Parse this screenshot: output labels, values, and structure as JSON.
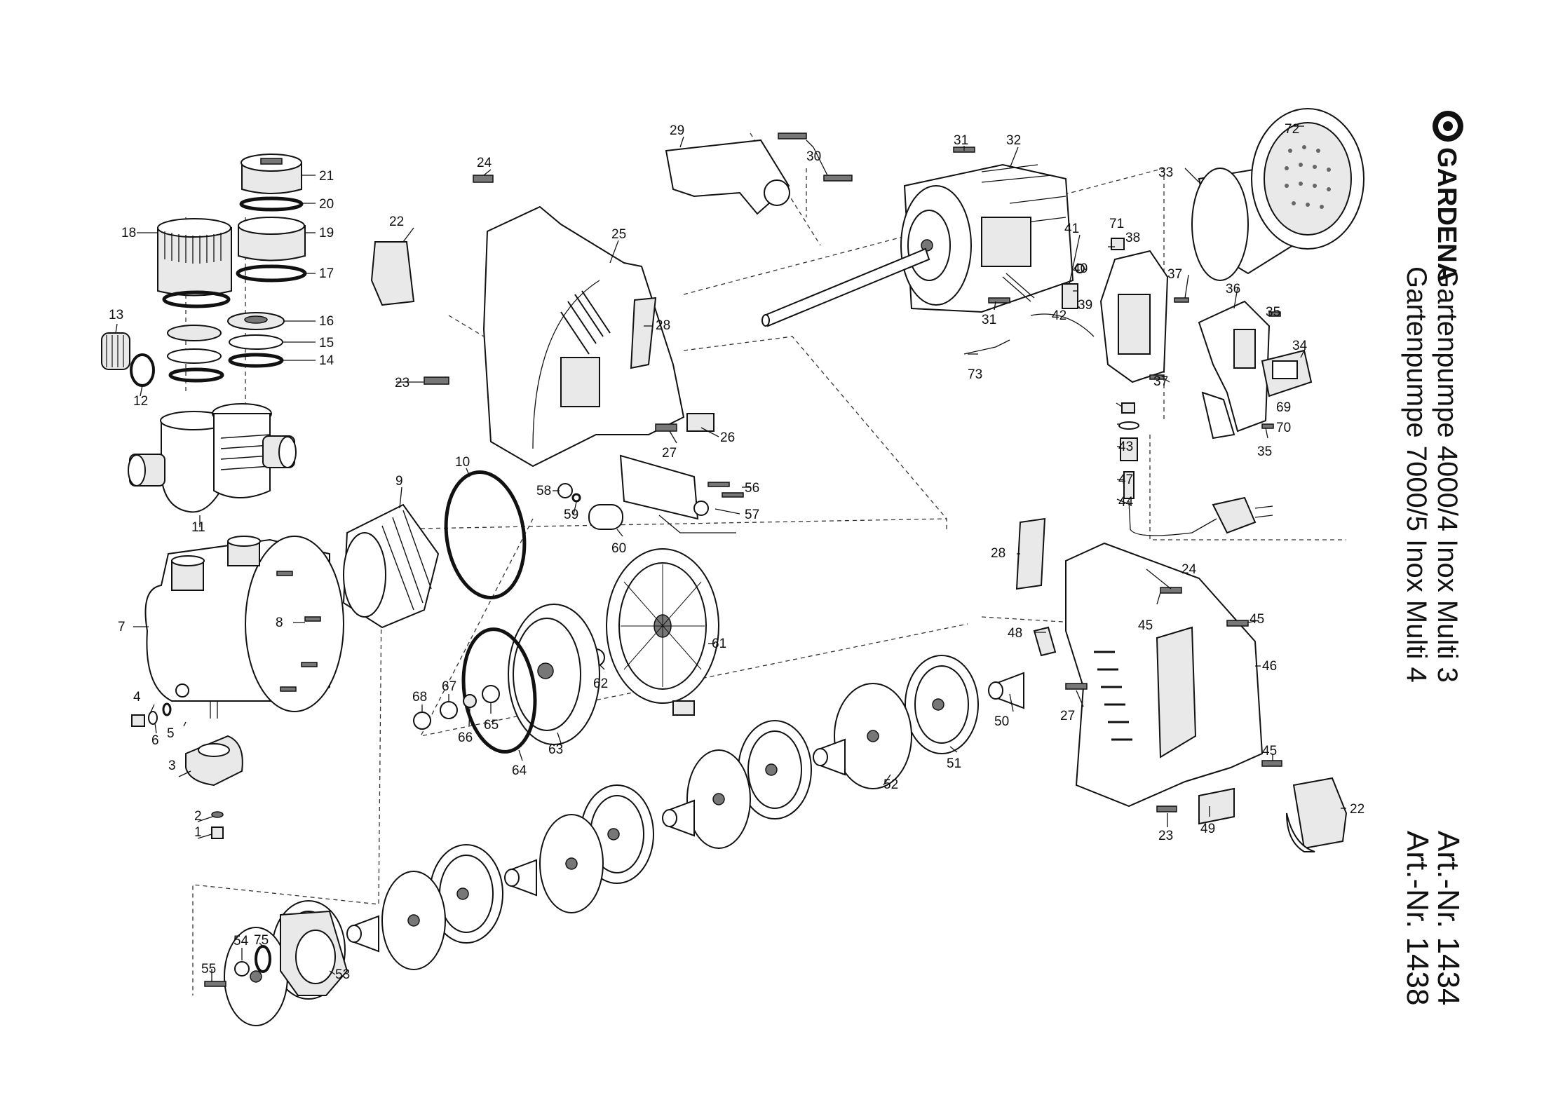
{
  "title": {
    "brand": "GARDENA",
    "model_line_1": "Gartenpumpe 4000/4 Inox Multi 3",
    "model_line_2": "Gartenpumpe 7000/5 Inox Multi 4",
    "art_line_1": "Art.-Nr. 1434",
    "art_line_2": "Art.-Nr. 1438"
  },
  "part_numbers": [
    {
      "id": "p1",
      "text": "1"
    },
    {
      "id": "p2",
      "text": "2"
    },
    {
      "id": "p3",
      "text": "3"
    },
    {
      "id": "p4",
      "text": "4"
    },
    {
      "id": "p5",
      "text": "5"
    },
    {
      "id": "p6",
      "text": "6"
    },
    {
      "id": "p7",
      "text": "7"
    },
    {
      "id": "p8",
      "text": "8"
    },
    {
      "id": "p9",
      "text": "9"
    },
    {
      "id": "p10",
      "text": "10"
    },
    {
      "id": "p11",
      "text": "11"
    },
    {
      "id": "p12",
      "text": "12"
    },
    {
      "id": "p13",
      "text": "13"
    },
    {
      "id": "p14",
      "text": "14"
    },
    {
      "id": "p15",
      "text": "15"
    },
    {
      "id": "p16",
      "text": "16"
    },
    {
      "id": "p17",
      "text": "17"
    },
    {
      "id": "p18",
      "text": "18"
    },
    {
      "id": "p19",
      "text": "19"
    },
    {
      "id": "p20",
      "text": "20"
    },
    {
      "id": "p21",
      "text": "21"
    },
    {
      "id": "p22a",
      "text": "22"
    },
    {
      "id": "p22b",
      "text": "22"
    },
    {
      "id": "p23a",
      "text": "23"
    },
    {
      "id": "p23b",
      "text": "23"
    },
    {
      "id": "p24a",
      "text": "24"
    },
    {
      "id": "p24b",
      "text": "24"
    },
    {
      "id": "p25",
      "text": "25"
    },
    {
      "id": "p26",
      "text": "26"
    },
    {
      "id": "p27a",
      "text": "27"
    },
    {
      "id": "p27b",
      "text": "27"
    },
    {
      "id": "p28a",
      "text": "28"
    },
    {
      "id": "p28b",
      "text": "28"
    },
    {
      "id": "p29",
      "text": "29"
    },
    {
      "id": "p30",
      "text": "30"
    },
    {
      "id": "p31a",
      "text": "31"
    },
    {
      "id": "p31b",
      "text": "31"
    },
    {
      "id": "p32",
      "text": "32"
    },
    {
      "id": "p33",
      "text": "33"
    },
    {
      "id": "p34",
      "text": "34"
    },
    {
      "id": "p35a",
      "text": "35"
    },
    {
      "id": "p35b",
      "text": "35"
    },
    {
      "id": "p36",
      "text": "36"
    },
    {
      "id": "p37a",
      "text": "37"
    },
    {
      "id": "p37b",
      "text": "37"
    },
    {
      "id": "p38",
      "text": "38"
    },
    {
      "id": "p39",
      "text": "39"
    },
    {
      "id": "p40",
      "text": "40"
    },
    {
      "id": "p41",
      "text": "41"
    },
    {
      "id": "p42",
      "text": "42"
    },
    {
      "id": "p43",
      "text": "43"
    },
    {
      "id": "p44",
      "text": "44"
    },
    {
      "id": "p45a",
      "text": "45"
    },
    {
      "id": "p45b",
      "text": "45"
    },
    {
      "id": "p45c",
      "text": "45"
    },
    {
      "id": "p46",
      "text": "46"
    },
    {
      "id": "p47",
      "text": "47"
    },
    {
      "id": "p48",
      "text": "48"
    },
    {
      "id": "p49",
      "text": "49"
    },
    {
      "id": "p50",
      "text": "50"
    },
    {
      "id": "p51",
      "text": "51"
    },
    {
      "id": "p52",
      "text": "52"
    },
    {
      "id": "p53",
      "text": "53"
    },
    {
      "id": "p54",
      "text": "54"
    },
    {
      "id": "p55",
      "text": "55"
    },
    {
      "id": "p56",
      "text": "56"
    },
    {
      "id": "p57",
      "text": "57"
    },
    {
      "id": "p58",
      "text": "58"
    },
    {
      "id": "p59",
      "text": "59"
    },
    {
      "id": "p60",
      "text": "60"
    },
    {
      "id": "p61",
      "text": "61"
    },
    {
      "id": "p62",
      "text": "62"
    },
    {
      "id": "p63",
      "text": "63"
    },
    {
      "id": "p64",
      "text": "64"
    },
    {
      "id": "p65",
      "text": "65"
    },
    {
      "id": "p66",
      "text": "66"
    },
    {
      "id": "p67",
      "text": "67"
    },
    {
      "id": "p68",
      "text": "68"
    },
    {
      "id": "p69",
      "text": "69"
    },
    {
      "id": "p70",
      "text": "70"
    },
    {
      "id": "p71",
      "text": "71"
    },
    {
      "id": "p72",
      "text": "72"
    },
    {
      "id": "p73",
      "text": "73"
    },
    {
      "id": "p75",
      "text": "75"
    }
  ],
  "colors": {
    "ink": "#111111",
    "paper": "#ffffff"
  }
}
